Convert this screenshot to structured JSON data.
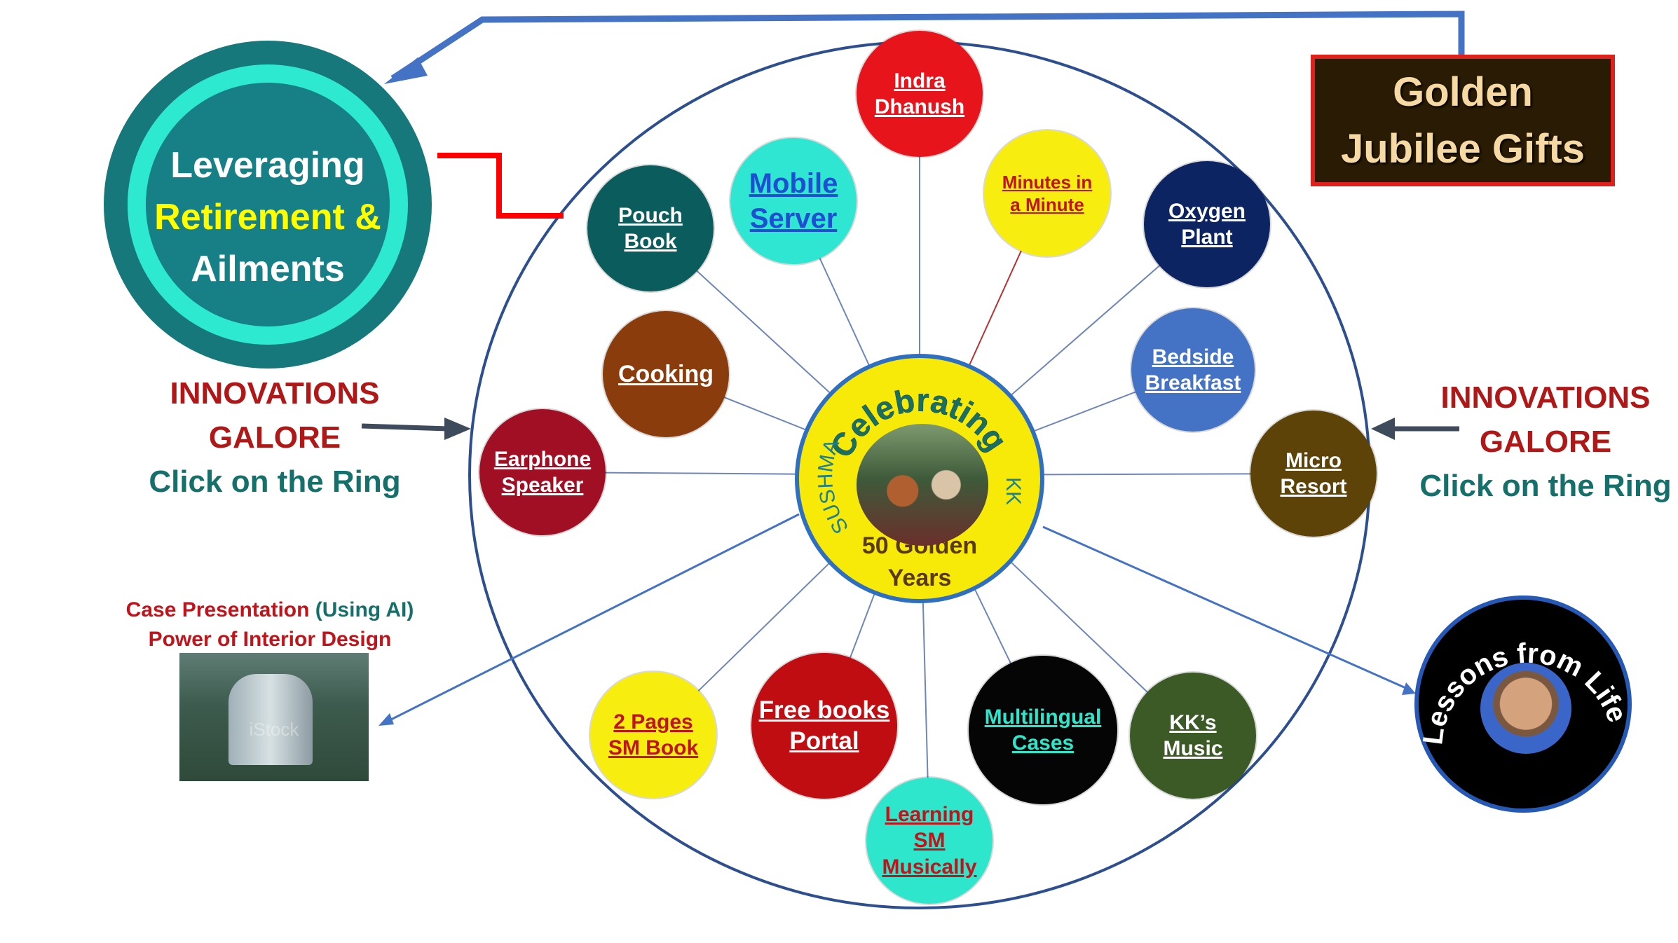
{
  "leveraging": {
    "line1": "Leveraging",
    "line2": "Retirement &",
    "line3": "Ailments"
  },
  "gift": {
    "line1": "Golden",
    "line2": "Jubilee Gifts"
  },
  "left_note": {
    "line1": "INNOVATIONS",
    "line2": "GALORE",
    "line3": "Click on the Ring"
  },
  "right_note": {
    "line1": "INNOVATIONS",
    "line2": "GALORE",
    "line3": "Click on the Ring"
  },
  "case": {
    "line1a": "Case Presentation ",
    "line1b": "(Using AI)",
    "line2": "Power of Interior Design",
    "watermark": "iStock"
  },
  "center": {
    "arc_top": "Celebrating",
    "left_name": "SUSHMA",
    "right_name": "KK",
    "bottom1": "50 Golden",
    "bottom2": "Years"
  },
  "lessons": {
    "arc": "Lessons from Life"
  },
  "ring_items": [
    {
      "id": "indra",
      "lines": [
        "Indra",
        "Dhanush"
      ]
    },
    {
      "id": "minutes",
      "lines": [
        "Minutes in",
        "a Minute"
      ]
    },
    {
      "id": "oxygen",
      "lines": [
        "Oxygen",
        "Plant"
      ]
    },
    {
      "id": "bedside",
      "lines": [
        "Bedside",
        "Breakfast"
      ]
    },
    {
      "id": "micro",
      "lines": [
        "Micro",
        "Resort"
      ]
    },
    {
      "id": "kks",
      "lines": [
        "KK’s",
        "Music"
      ]
    },
    {
      "id": "multilingual",
      "lines": [
        "Multilingual",
        "Cases"
      ]
    },
    {
      "id": "learning",
      "lines": [
        "Learning",
        "SM",
        "Musically"
      ]
    },
    {
      "id": "freebooks",
      "lines": [
        "Free books",
        "Portal"
      ]
    },
    {
      "id": "twopages",
      "lines": [
        "2 Pages",
        "SM Book"
      ]
    },
    {
      "id": "earphone",
      "lines": [
        "Earphone",
        "Speaker"
      ]
    },
    {
      "id": "cooking",
      "lines": [
        "Cooking"
      ]
    },
    {
      "id": "pouch",
      "lines": [
        "Pouch",
        "Book"
      ]
    },
    {
      "id": "mobile",
      "lines": [
        "Mobile",
        "Server"
      ]
    }
  ],
  "colors": {
    "indra": "#e8141c",
    "minutes": "#f7ee0f",
    "oxygen": "#0d2462",
    "bedside": "#4472c4",
    "micro": "#5d4307",
    "kks": "#3c5a26",
    "multilingual": "#050505",
    "learning": "#2de6cc",
    "freebooks": "#c00d12",
    "twopages": "#f7ee0f",
    "earphone": "#a10f24",
    "cooking": "#8b3c0c",
    "pouch": "#0b5c5c",
    "mobile": "#2ee6d2",
    "ring": "#2e4f8f",
    "arrow_blue": "#4472c4",
    "arrow_red": "#ff0000",
    "innovations_red": "#b01818",
    "click_teal": "#156f6b"
  }
}
